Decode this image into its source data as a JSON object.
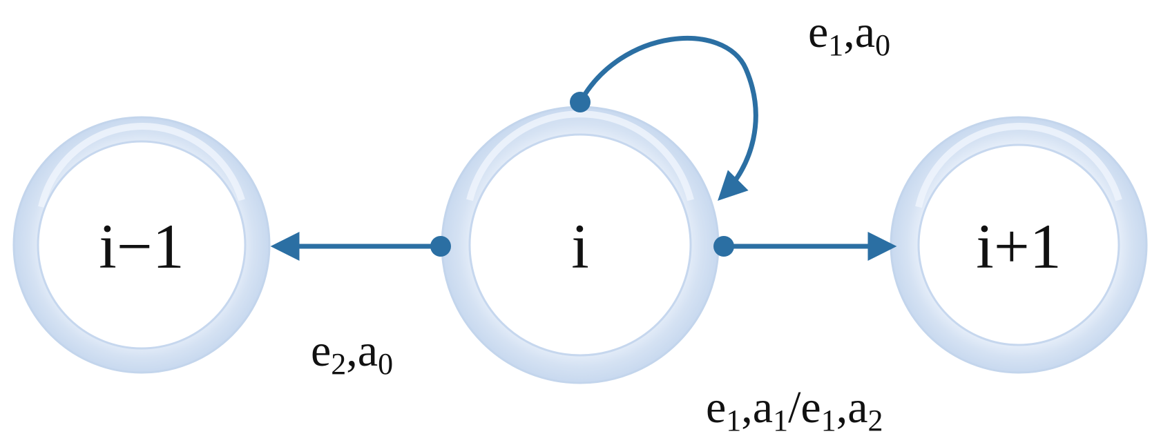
{
  "colors": {
    "ring_outer": "#d2e0f2",
    "ring_inner": "#e4edf8",
    "ring_edge": "#b9cde8",
    "arrow": "#2b6fa3",
    "text": "#111111"
  },
  "nodes": [
    {
      "id": "left",
      "label": "i−1"
    },
    {
      "id": "center",
      "label": "i"
    },
    {
      "id": "right",
      "label": "i+1"
    }
  ],
  "edges": {
    "self_loop": {
      "from": "i",
      "to": "i",
      "label": {
        "p1": "e",
        "s1": "1",
        "p2": ",a",
        "s2": "0"
      }
    },
    "to_prev": {
      "from": "i",
      "to": "i−1",
      "label": {
        "p1": "e",
        "s1": "2",
        "p2": ",a",
        "s2": "0"
      }
    },
    "to_next": {
      "from": "i",
      "to": "i+1",
      "label": {
        "p1": "e",
        "s1": "1",
        "p2": ",a",
        "s2": "1",
        "p3": "/e",
        "s3": "1",
        "p4": ",a",
        "s4": "2"
      }
    }
  }
}
